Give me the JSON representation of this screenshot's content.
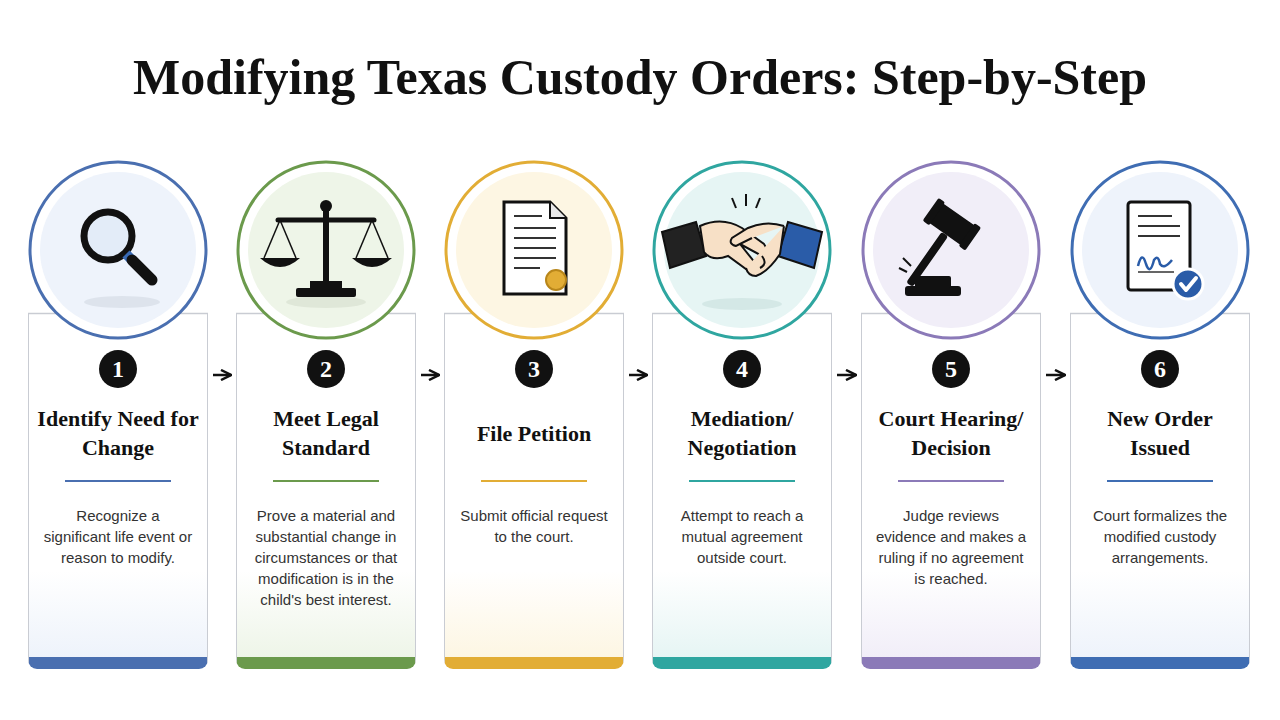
{
  "diagram": {
    "title": "Modifying Texas Custody Orders: Step-by-Step",
    "nodes": [
      {
        "text": [
          "1",
          "Identify Need for Change",
          "Recognize a significant life event or reason to modify."
        ]
      },
      {
        "text": [
          "2",
          "Meet Legal Standard",
          "Prove a material and substantial change in circumstances or that modification is in the child's best interest."
        ]
      },
      {
        "text": [
          "3",
          "File Petition",
          "Submit official request to the court."
        ]
      },
      {
        "text": [
          "4",
          "Mediation/ Negotiation",
          "Attempt to reach a mutual agreement outside court."
        ]
      },
      {
        "text": [
          "5",
          "Court Hearing/Decision",
          "Judge reviews evidence and makes a ruling if no agreement is reached."
        ]
      },
      {
        "text": [
          "6",
          "New Order Issued",
          "Court formalizes the modified custody arrangements."
        ]
      }
    ],
    "edges": [
      {
        "from": 0,
        "to": 1,
        "arrow": "to"
      },
      {
        "from": 1,
        "to": 2,
        "arrow": "to"
      },
      {
        "from": 2,
        "to": 3,
        "arrow": "to"
      },
      {
        "from": 3,
        "to": 4,
        "arrow": "to"
      },
      {
        "from": 4,
        "to": 5,
        "arrow": "to"
      }
    ]
  }
}
